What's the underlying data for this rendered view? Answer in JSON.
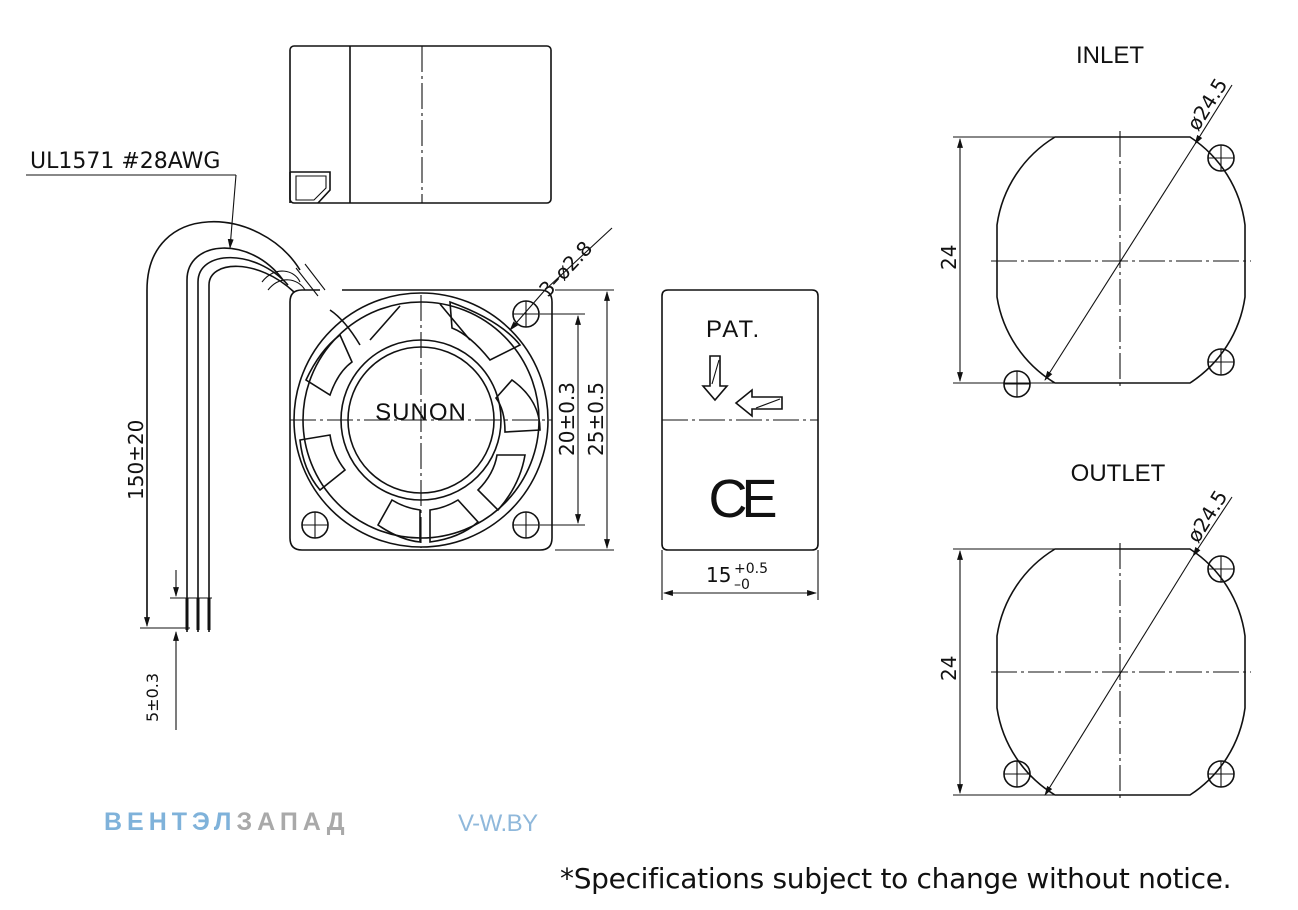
{
  "labels": {
    "wire_spec": "UL1571  #28AWG",
    "hole_spec": "3–ø2.8",
    "brand": "SUNON",
    "dim_hole_pitch": "20±0.3",
    "dim_frame": "25±0.5",
    "dim_lead_length": "150±20",
    "dim_strip": "5±0.3",
    "dim_depth_main": "15",
    "dim_depth_plus": "+0.5",
    "dim_depth_minus": "–0",
    "pat": "PAT.",
    "ce": "CE",
    "inlet_title": "INLET",
    "inlet_dia": "ø24.5",
    "inlet_height": "24",
    "outlet_title": "OUTLET",
    "outlet_dia": "ø24.5",
    "outlet_height": "24"
  },
  "watermark": {
    "brand_part1": "ВЕНТЭЛ",
    "brand_part2": "ЗАПАД",
    "site": "V-W.BY",
    "color_blue": "#7fb2da",
    "color_gray": "#a9a9a9"
  },
  "footer": {
    "note": "*Specifications subject to change without notice."
  }
}
